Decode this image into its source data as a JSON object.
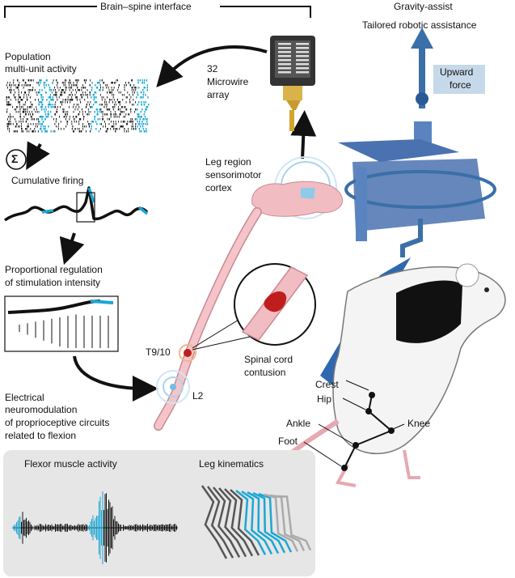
{
  "header": {
    "bci_title": "Brain–spine interface",
    "gravity_title": "Gravity-assist",
    "gravity_subtitle": "Tailored robotic assistance"
  },
  "left_chain": {
    "population_l1": "Population",
    "population_l2": "multi-unit activity",
    "sigma": "Σ",
    "cumulative": "Cumulative firing",
    "proportional_l1": "Proportional regulation",
    "proportional_l2": "of stimulation intensity",
    "neuromod_l1": "Electrical",
    "neuromod_l2": "neuromodulation",
    "neuromod_l3": "of proprioceptive circuits",
    "neuromod_l4": "related to flexion"
  },
  "implant": {
    "array_l1": "32",
    "array_l2": "Microwire",
    "array_l3": "array",
    "cortex_l1": "Leg region",
    "cortex_l2": "sensorimotor",
    "cortex_l3": "cortex",
    "t910": "T9/10",
    "l2": "L2",
    "contusion_l1": "Spinal cord",
    "contusion_l2": "contusion"
  },
  "robot": {
    "upward_l1": "Upward",
    "upward_l2": "force"
  },
  "rat_landmarks": {
    "crest": "Crest",
    "hip": "Hip",
    "knee": "Knee",
    "ankle": "Ankle",
    "foot": "Foot"
  },
  "bottom_panel": {
    "emg_title": "Flexor muscle activity",
    "kin_title": "Leg kinematics"
  },
  "colors": {
    "accent_cyan": "#1aa7d4",
    "arrow_blue": "#3a6fa8",
    "robot_blue": "#4a72b0",
    "cord_pink": "#f0b8bf",
    "lesion_red": "#c01d1d",
    "panel_gray": "#e6e6e6"
  }
}
